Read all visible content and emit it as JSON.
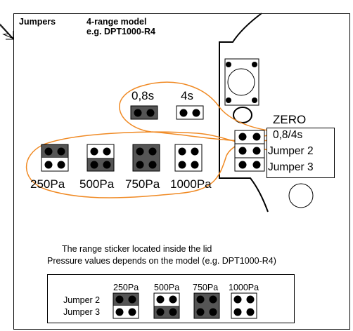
{
  "header": {
    "title": "Jumpers",
    "model_line1": "4-range model",
    "model_line2": "e.g. DPT1000-R4"
  },
  "time_jumpers": {
    "labels": [
      "0,8s",
      "4s"
    ]
  },
  "range_jumpers": {
    "labels": [
      "250Pa",
      "500Pa",
      "750Pa",
      "1000Pa"
    ]
  },
  "zero_panel": {
    "zero_label": "ZERO",
    "rows": [
      "0,8/4s",
      "Jumper 2",
      "Jumper 3"
    ]
  },
  "caption": {
    "line1": "The range sticker located inside the lid",
    "line2": "Pressure values depends on the model (e.g. DPT1000-R4)"
  },
  "sticker": {
    "columns": [
      "250Pa",
      "500Pa",
      "750Pa",
      "1000Pa"
    ],
    "rows": [
      "Jumper 2",
      "Jumper 3"
    ]
  }
}
